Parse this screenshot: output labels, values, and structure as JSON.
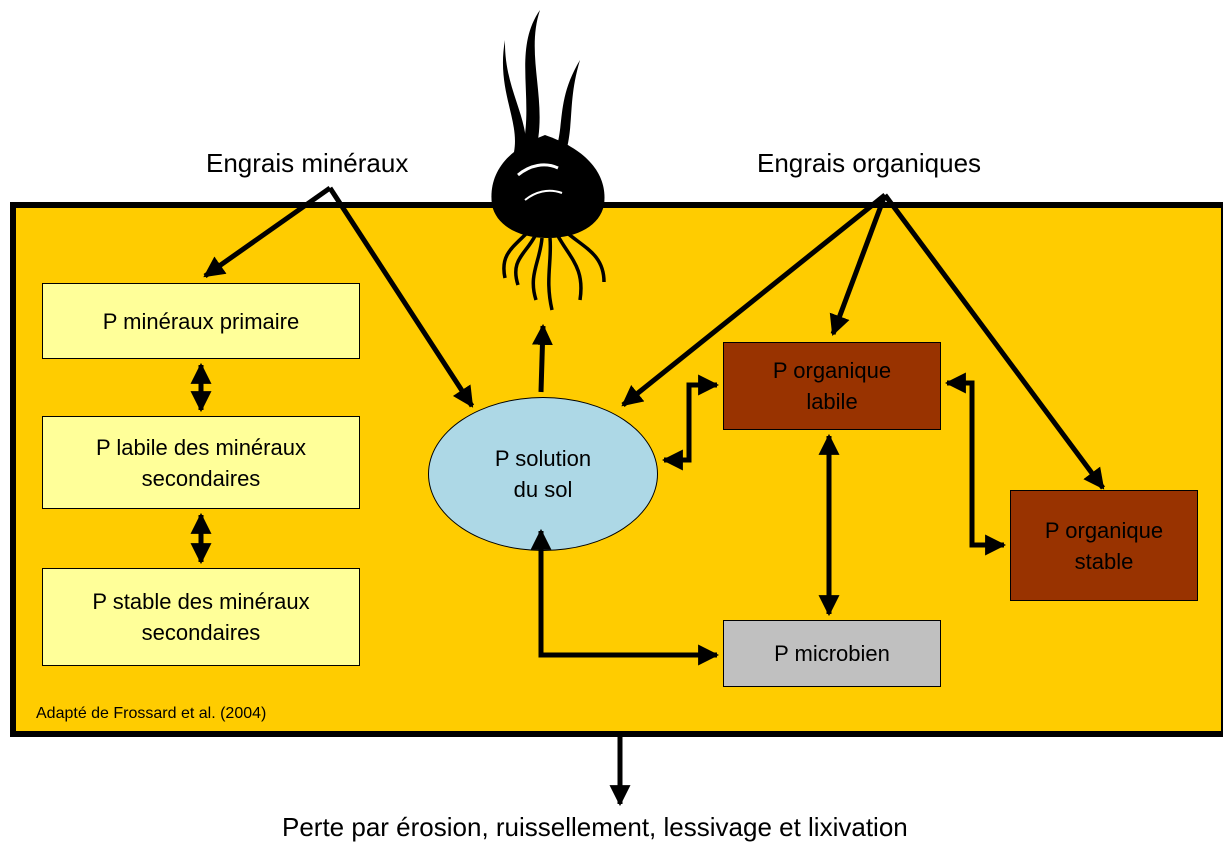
{
  "labels": {
    "engrais_mineraux": "Engrais minéraux",
    "engrais_organiques": "Engrais organiques",
    "perte": "Perte par érosion, ruissellement, lessivage et lixivation"
  },
  "nodes": {
    "p_mineraux_primaire": "P minéraux primaire",
    "p_labile_mineraux": "P labile des minéraux\nsecondaires",
    "p_stable_mineraux": "P stable des minéraux\nsecondaires",
    "p_solution": "P solution\ndu sol",
    "p_organique_labile": "P organique\nlabile",
    "p_organique_stable": "P organique\nstable",
    "p_microbien": "P microbien"
  },
  "source": "Adapté de Frossard et al. (2004)",
  "colors": {
    "soil": "#ffcc00",
    "mineral_box": "#ffff99",
    "organic_box": "#993300",
    "microbial_box": "#c0c0c0",
    "solution": "#add8e6"
  },
  "icons": {
    "plant": "onion-bulb-with-roots-icon"
  }
}
